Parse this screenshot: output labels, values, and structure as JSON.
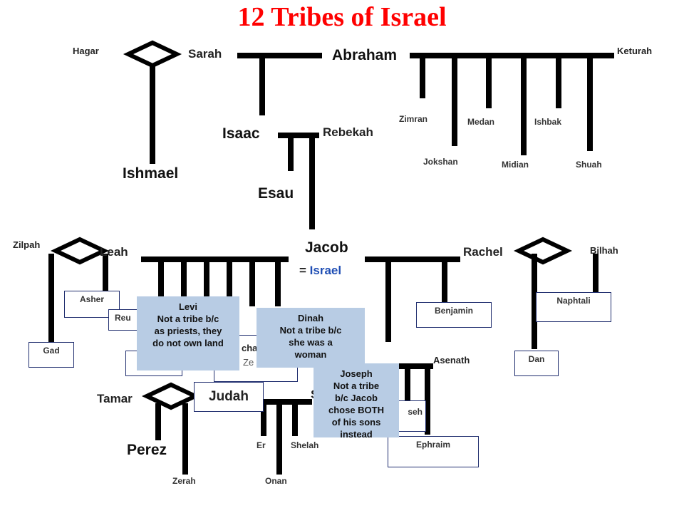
{
  "title": "12 Tribes of Israel",
  "people": {
    "hagar": "Hagar",
    "sarah": "Sarah",
    "abraham": "Abraham",
    "keturah": "Keturah",
    "zimran": "Zimran",
    "medan": "Medan",
    "ishbak": "Ishbak",
    "jokshan": "Jokshan",
    "midian": "Midian",
    "shuah": "Shuah",
    "isaac": "Isaac",
    "rebekah": "Rebekah",
    "ishmael": "Ishmael",
    "esau": "Esau",
    "zilpah": "Zilpah",
    "leah": "Leah",
    "jacob": "Jacob",
    "israel_eq": "=",
    "israel": "Israel",
    "rachel": "Rachel",
    "bilhah": "Bilhah",
    "asenath": "Asenath",
    "tamar": "Tamar",
    "perez": "Perez",
    "zerah": "Zerah",
    "er": "Er",
    "onan": "Onan",
    "shelah": "Shelah",
    "shua_partial": "S"
  },
  "tribes": {
    "asher": "Asher",
    "gad": "Gad",
    "reuben_partial": "Reu",
    "issachar_partial": "cha",
    "zebulun_partial": "Ze",
    "judah": "Judah",
    "benjamin": "Benjamin",
    "naphtali": "Naphtali",
    "dan": "Dan",
    "manasseh_partial": "seh",
    "ephraim": "Ephraim"
  },
  "notes": {
    "levi": [
      "Levi",
      "Not a tribe b/c",
      "as priests, they",
      "do not own land"
    ],
    "dinah": [
      "Dinah",
      "Not a tribe b/c",
      "she was a",
      "woman"
    ],
    "joseph": [
      "Joseph",
      "Not a tribe",
      "b/c Jacob",
      "chose BOTH",
      "of his sons",
      "instead"
    ]
  },
  "colors": {
    "title": "#ff0000",
    "israel": "#1f4eb4",
    "note_bg": "#b8cce4",
    "lines": "#000000",
    "box_border": "#1f2d6e"
  }
}
